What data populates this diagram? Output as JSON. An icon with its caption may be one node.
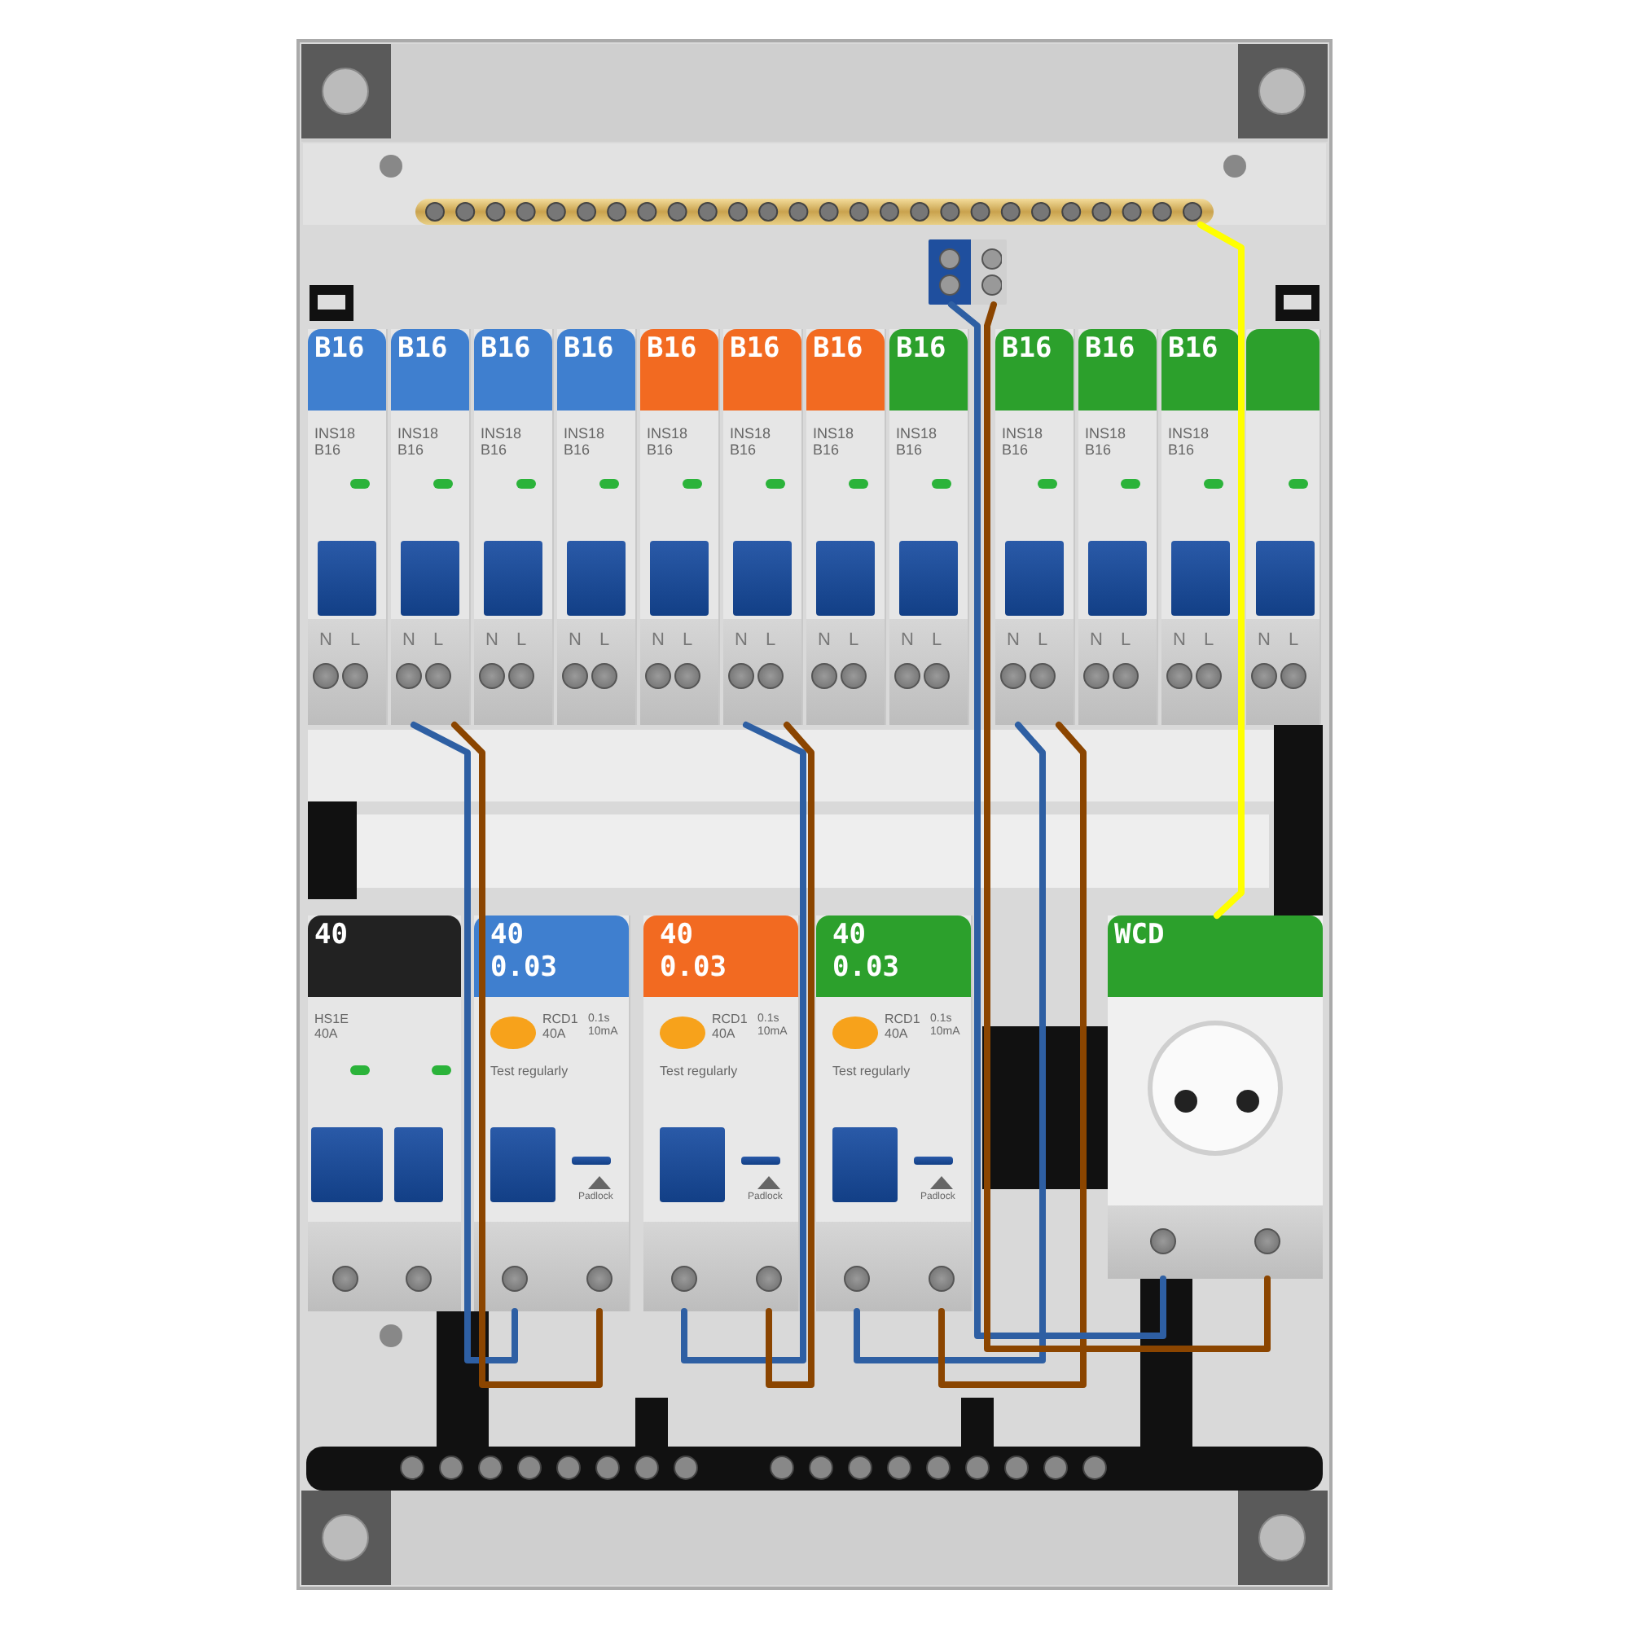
{
  "diagram": {
    "nodes": [
      {
        "text": [],
        "shape": "bar"
      },
      {
        "text": [],
        "shape": "box"
      },
      {
        "text": [
          "B16",
          "INS18 B16"
        ]
      },
      {
        "text": [
          "B16",
          "INS18 B16"
        ]
      },
      {
        "text": [
          "B16",
          "INS18 B16"
        ]
      },
      {
        "text": [
          "B16",
          "INS18 B16"
        ]
      },
      {
        "text": [
          "B16",
          "INS18 B16"
        ]
      },
      {
        "text": [
          "B16",
          "INS18 B16"
        ]
      },
      {
        "text": [
          "B16",
          "INS18 B16"
        ]
      },
      {
        "text": [
          "B16",
          "INS18 B16"
        ]
      },
      {
        "text": [
          "B16",
          "INS18 B16"
        ]
      },
      {
        "text": [
          "B16",
          "INS18 B16"
        ]
      },
      {
        "text": [
          "B16",
          "INS18 B16"
        ]
      },
      {
        "text": [],
        "shape": "box"
      },
      {
        "text": [
          "40",
          "HS1E 40A"
        ]
      },
      {
        "text": [
          "40 0.03",
          "RCD1 40A",
          "0.1s 10mA",
          "Test regularly",
          "Padlock"
        ]
      },
      {
        "text": [
          "40 0.03",
          "RCD1 40A",
          "0.1s 10mA",
          "Test regularly",
          "Padlock"
        ]
      },
      {
        "text": [
          "40 0.03",
          "RCD1 40A",
          "0.1s 10mA",
          "Test regularly",
          "Padlock"
        ]
      },
      {
        "text": [
          "WCD"
        ]
      }
    ],
    "edges": [
      {
        "from": 0,
        "to": 18,
        "arrow": "none",
        "color": "#ffff00"
      },
      {
        "from": 3,
        "to": 15,
        "arrow": "none",
        "color": "#2e5fa3"
      },
      {
        "from": 3,
        "to": 15,
        "arrow": "none",
        "color": "#8b4500"
      },
      {
        "from": 7,
        "to": 16,
        "arrow": "none",
        "color": "#2e5fa3"
      },
      {
        "from": 7,
        "to": 16,
        "arrow": "none",
        "color": "#8b4500"
      },
      {
        "from": 10,
        "to": 17,
        "arrow": "none",
        "color": "#2e5fa3"
      },
      {
        "from": 10,
        "to": 17,
        "arrow": "none",
        "color": "#8b4500"
      },
      {
        "from": 1,
        "to": 18,
        "arrow": "none",
        "color": "#2e5fa3"
      },
      {
        "from": 1,
        "to": 18,
        "arrow": "none",
        "color": "#8b4500"
      }
    ],
    "labels": [
      "N",
      "L",
      "N",
      "L",
      "N",
      "L",
      "N",
      "L",
      "N",
      "L",
      "N",
      "L",
      "N",
      "L",
      "N",
      "L",
      "N",
      "L",
      "N",
      "L",
      "N",
      "L",
      "N",
      "L"
    ]
  }
}
